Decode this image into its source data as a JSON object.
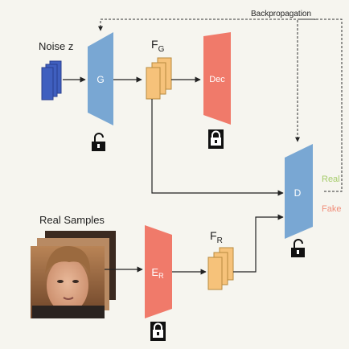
{
  "labels": {
    "noise": "Noise z",
    "generator": "G",
    "fg_main": "F",
    "fg_sub": "G",
    "decoder": "Dec",
    "backprop": "Backpropagation",
    "discriminator": "D",
    "real": "Real",
    "fake": "Fake",
    "real_samples": "Real Samples",
    "encoder_main": "E",
    "encoder_sub": "R",
    "fr_main": "F",
    "fr_sub": "R"
  },
  "colors": {
    "noise": "#3f5fbf",
    "generator": "#79a7d3",
    "feature": "#f6c27a",
    "decoder": "#f07a6a",
    "encoder": "#f07a6a",
    "discriminator": "#79a7d3",
    "real_text": "#a6cc6a",
    "fake_text": "#f08e7a",
    "arrow": "#222222"
  },
  "icons": {
    "generator_lock": "unlocked-icon",
    "decoder_lock": "locked-icon",
    "encoder_lock": "locked-icon",
    "discriminator_lock": "unlocked-icon",
    "face_image": "face-photo-stack"
  }
}
